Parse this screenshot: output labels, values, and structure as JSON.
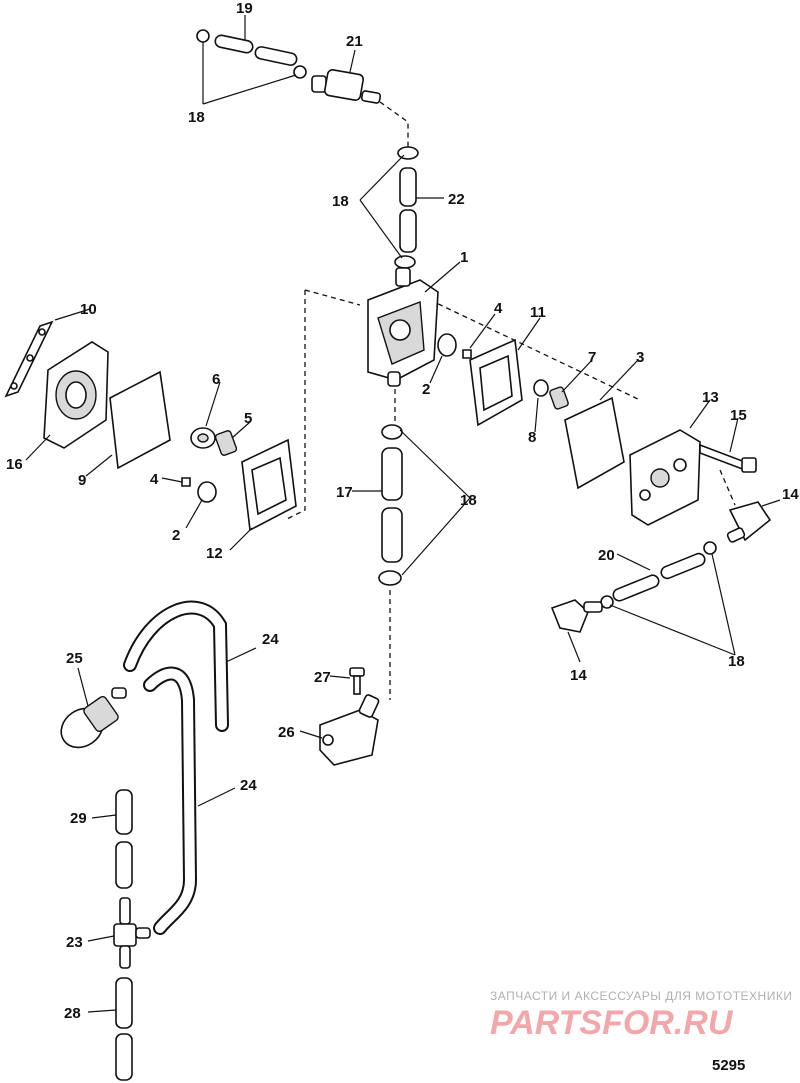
{
  "diagram": {
    "callouts": {
      "c1": "1",
      "c2a": "2",
      "c2b": "2",
      "c3": "3",
      "c4a": "4",
      "c4b": "4",
      "c5": "5",
      "c6": "6",
      "c7": "7",
      "c8": "8",
      "c9": "9",
      "c10": "10",
      "c11": "11",
      "c12": "12",
      "c13": "13",
      "c14a": "14",
      "c14b": "14",
      "c15": "15",
      "c16": "16",
      "c17": "17",
      "c18a": "18",
      "c18b": "18",
      "c18c": "18",
      "c18d": "18",
      "c19": "19",
      "c20": "20",
      "c21": "21",
      "c22": "22",
      "c23": "23",
      "c24a": "24",
      "c24b": "24",
      "c25": "25",
      "c26": "26",
      "c27": "27",
      "c28": "28",
      "c29": "29"
    },
    "figure_number": "5295"
  },
  "watermark": {
    "tagline": "ЗАПЧАСТИ И АКСЕССУАРЫ ДЛЯ МОТОТЕХНИКИ",
    "logo": "PARTSFOR.RU",
    "logo_color": "#f2a7aa"
  },
  "colors": {
    "line": "#111111",
    "background": "#ffffff"
  }
}
